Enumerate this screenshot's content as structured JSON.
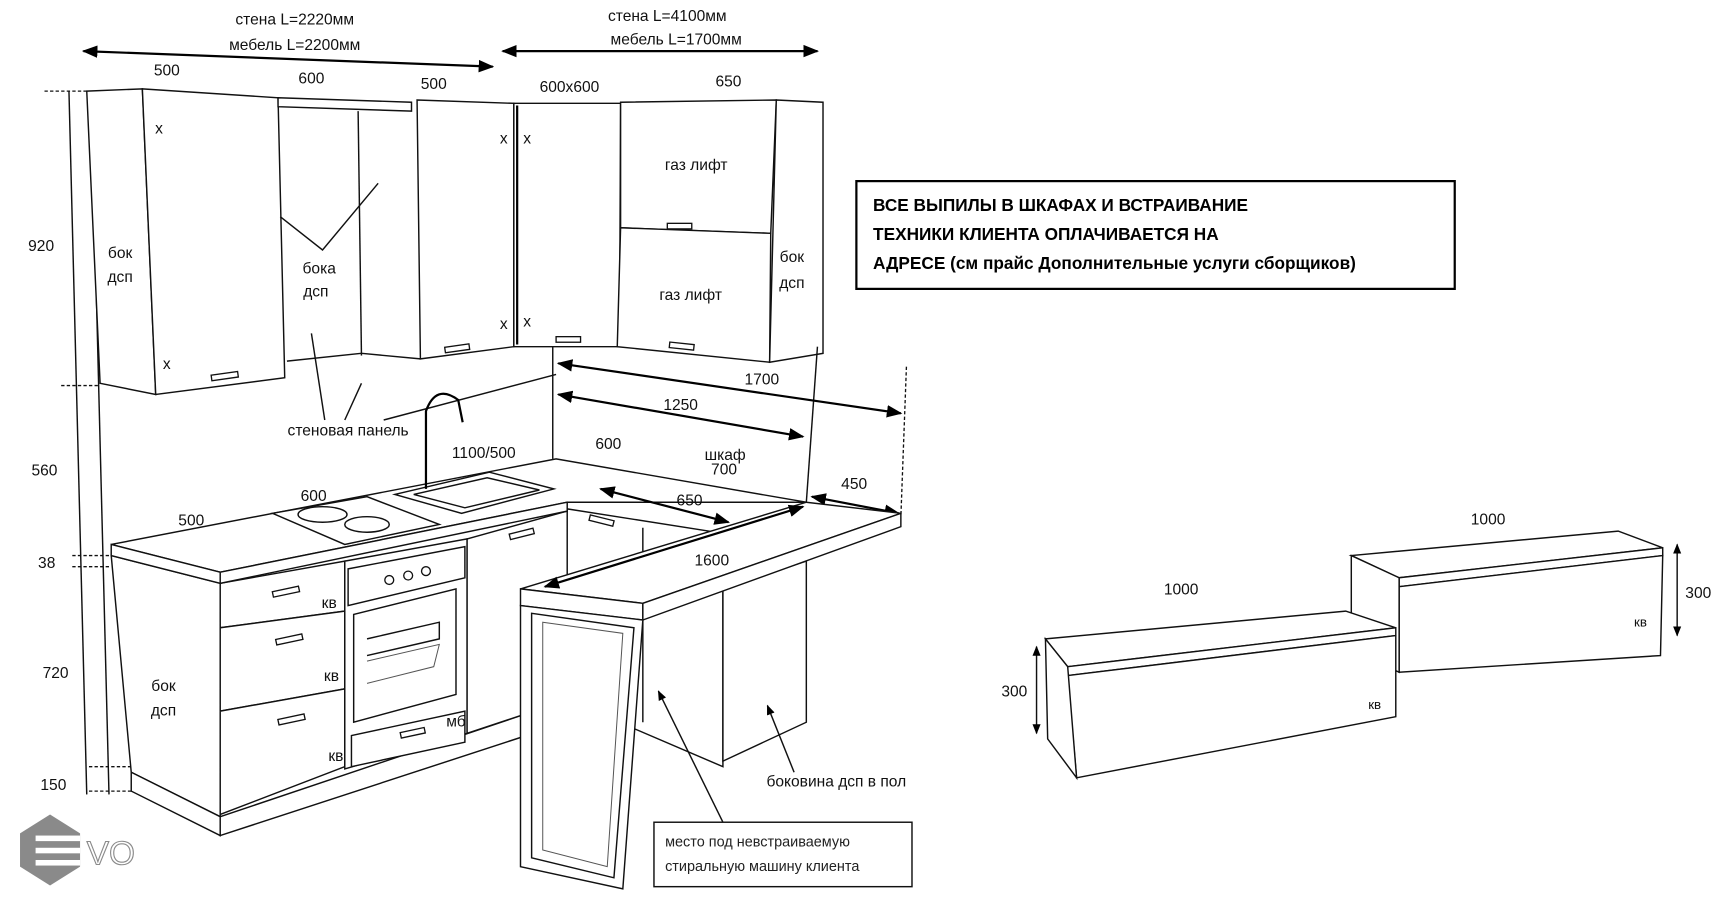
{
  "header": {
    "left_wall": "стена L=2220мм",
    "left_furniture": "мебель L=2200мм",
    "right_wall": "стена L=4100мм",
    "right_furniture": "мебель L=1700мм"
  },
  "upper_widths": [
    "500",
    "600",
    "500",
    "600x600",
    "650"
  ],
  "heights": {
    "upper": "920",
    "wall_gap": "560",
    "countertop": "38",
    "base": "720",
    "plinth": "150"
  },
  "labels": {
    "side_dsp_1": "бок",
    "side_dsp_1b": "дсп",
    "sides_dsp": "бока",
    "sides_dsp_b": "дсп",
    "gas_lift_1": "газ лифт",
    "gas_lift_2": "газ лифт",
    "side_dsp_2": "бок",
    "side_dsp_2b": "дсп",
    "x_mark": "x",
    "wall_panel": "стеновая панель",
    "sink": "1100/500",
    "dim_1700": "1700",
    "dim_1250": "1250",
    "dim_600_right": "600",
    "cabinet": "шкаф",
    "cabinet_700": "700",
    "dim_450": "450",
    "hob_600": "600",
    "left_500": "500",
    "dim_650": "650",
    "dim_1600": "1600",
    "drawer_kv_1": "кв",
    "drawer_kv_2": "кв",
    "drawer_kv_3": "кв",
    "oven_mb": "мб",
    "side_dsp_3": "бок",
    "side_dsp_3b": "дсп",
    "side_floor": "боковина дсп в пол",
    "washer_line1": "место под невстраиваемую",
    "washer_line2": "стиральную машину клиента"
  },
  "notice": {
    "line1": "ВСЕ ВЫПИЛЫ В ШКАФАХ И ВСТРАИВАНИЕ",
    "line2": "ТЕХНИКИ КЛИЕНТА ОПЛАЧИВАЕТСЯ НА",
    "line3": "АДРЕСЕ (см прайс Дополнительные услуги сборщиков)"
  },
  "benches": {
    "bench1_width": "1000",
    "bench1_height": "300",
    "bench1_kv": "кв",
    "bench2_width": "1000",
    "bench2_height": "300",
    "bench2_kv": "кв"
  },
  "logo": {
    "text": "EVO",
    "color": "#8a8a8a"
  }
}
